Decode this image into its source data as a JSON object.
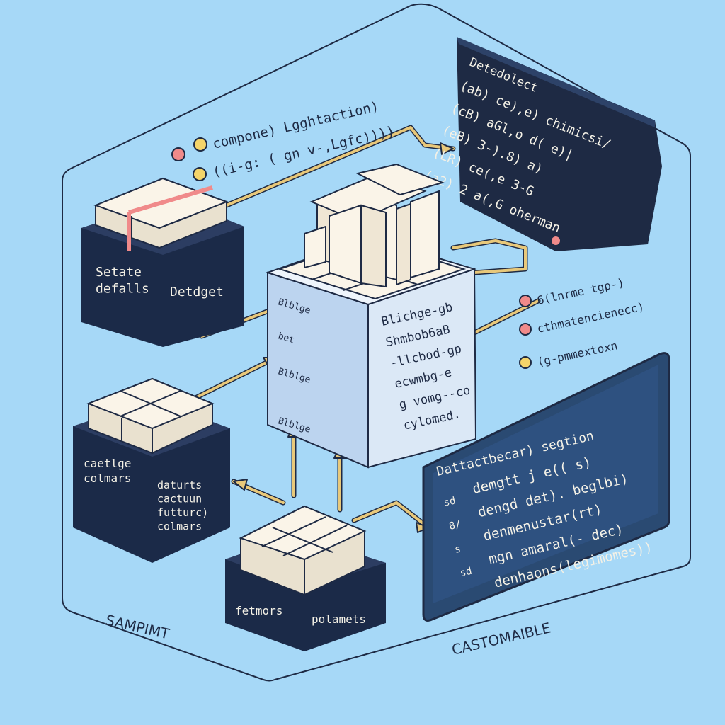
{
  "colors": {
    "background": "#a6d8f7",
    "dark_navy": "#1b2a48",
    "panel_blue": "#2a4a72",
    "cube_front": "#bcd4ef",
    "cube_side": "#8aa6c7",
    "cream": "#faf4e8",
    "connector_gold": "#e8c87a",
    "outline_ink": "#1e2a44",
    "dot_pink": "#f08a8a",
    "dot_yellow": "#f4d46a",
    "code_text": "#f4f1e6"
  },
  "header_caption": {
    "line1": "compone) Lgghtaction)",
    "line2": "((i-g: ( gn v-,Lgfc))))"
  },
  "code_panel_top": {
    "title": "Detedolect",
    "lines": [
      "(ab) ce),e) chimicsi/",
      "(cB) aGl,o d( e)|",
      "(eB) 3-).8) a)",
      "(LR) ce(,e 3-G",
      "(a2) 2 a(,G oherman"
    ]
  },
  "left_block_top": {
    "label_left": "Setate\ndefalls",
    "label_right": "Detdget"
  },
  "left_block_bottom": {
    "label_left": "caetlge\ncolmars",
    "label_right": "daturts\ncactuun\nfutturc)\ncolmars"
  },
  "bottom_block": {
    "label_left": "fetmors",
    "label_right": "polamets"
  },
  "center_cube": {
    "side_labels": [
      "Blblge",
      "bet",
      "Blblge",
      "Blblge"
    ],
    "code_lines": [
      "Blichge-gb",
      "Shmbob6aB",
      "-llcbod-gp",
      "ecwmbg-e",
      "g vomg--co",
      "cylomed."
    ]
  },
  "right_bullets": [
    {
      "text": "6(lnrme tgp-)",
      "dot": "pink"
    },
    {
      "text": "cthmatencienecc)",
      "dot": "pink"
    },
    {
      "text": "(g-pmmextoxn",
      "dot": "yellow"
    }
  ],
  "code_panel_bottom": {
    "title": "Dattactbecar) segtion",
    "prefixes": [
      "sd",
      "8/",
      "s",
      "sd"
    ],
    "lines": [
      "demgtt j e(( s)",
      "dengd det). beglbi)",
      "denmenustar(rt)",
      "mgn amaral(- dec)",
      "denhaons(legimomes))"
    ]
  },
  "footer": {
    "left_caption": "SAMPIMT",
    "right_caption": "CASTOMAIBLE"
  }
}
